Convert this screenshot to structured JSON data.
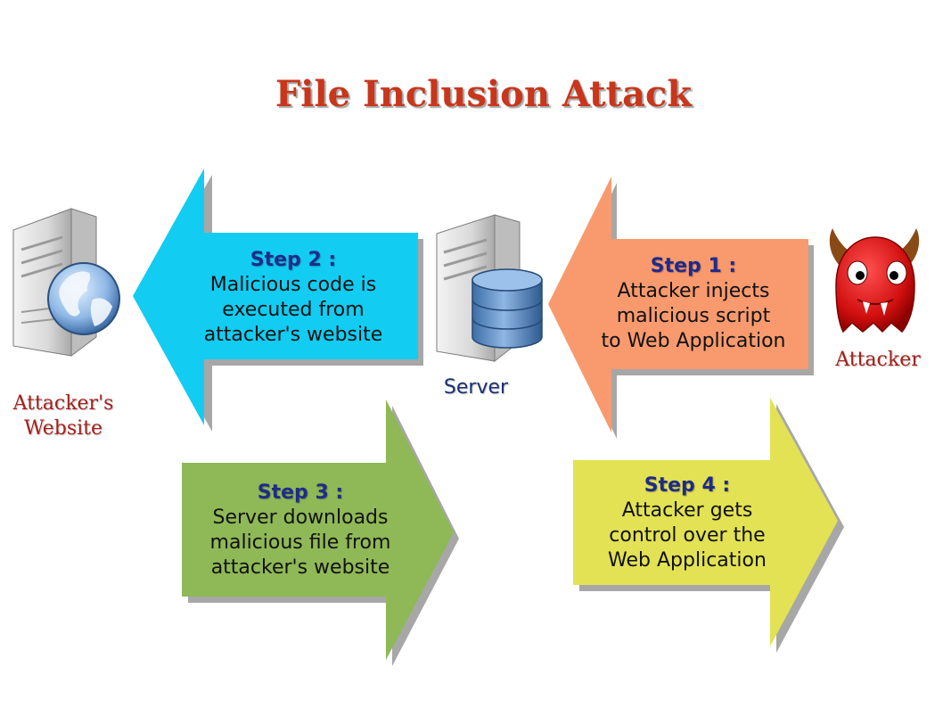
{
  "title": "File Inclusion Attack",
  "nodes": {
    "website": {
      "label": "Attacker's\nWebsite"
    },
    "server": {
      "label": "Server"
    },
    "attacker": {
      "label": "Attacker"
    }
  },
  "steps": [
    {
      "heading": "Step 1 :",
      "text": "Attacker injects\nmalicious script\nto Web Application",
      "color": "#f89a6e"
    },
    {
      "heading": "Step 2 :",
      "text": "Malicious code is\nexecuted from\nattacker's website",
      "color": "#12ccf2"
    },
    {
      "heading": "Step 3 :",
      "text": "Server downloads\nmalicious file from\nattacker's website",
      "color": "#8fb856"
    },
    {
      "heading": "Step 4 :",
      "text": "Attacker gets\ncontrol over the\nWeb Application",
      "color": "#e2e254"
    }
  ],
  "colors": {
    "title": "#c8361b",
    "step_heading": "#1f2b8a",
    "node_label_red": "#a4211b",
    "node_label_blue": "#1b2f74"
  },
  "icons": [
    "web-server-globe-icon",
    "database-server-icon",
    "red-devil-icon"
  ]
}
